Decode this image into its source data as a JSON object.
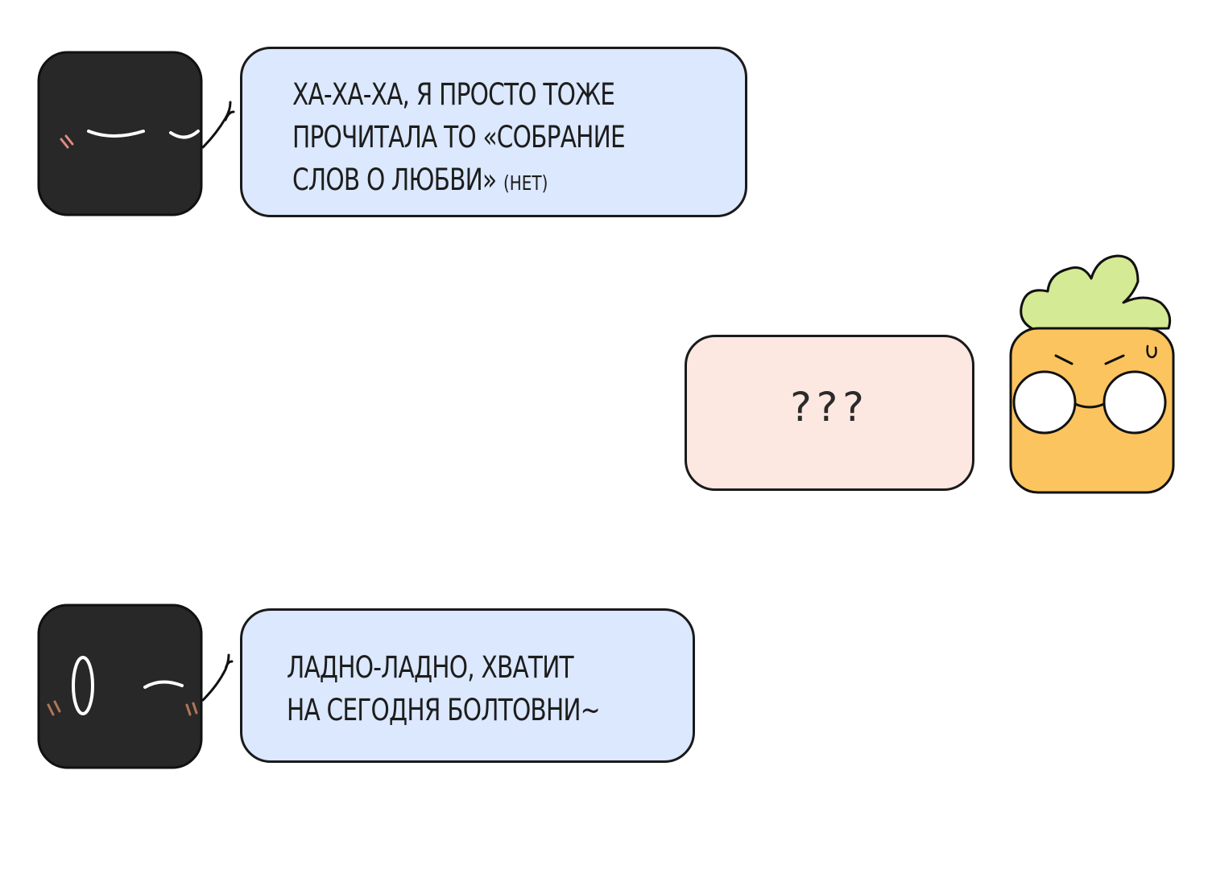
{
  "panels": [
    {
      "speaker": "black-cube",
      "lines": [
        "Ха-ха-ха, я просто тоже",
        "прочитала то «Собрание",
        "слов о любви»"
      ],
      "aside": "(нет)"
    },
    {
      "speaker": "pineapple",
      "lines": [
        "???"
      ]
    },
    {
      "speaker": "black-cube",
      "lines": [
        "Ладно-ладно, хватит",
        "на сегодня болтовни~"
      ]
    }
  ],
  "colors": {
    "bubble_blue": "#dbe8fd",
    "bubble_pink": "#fce7e1",
    "cube_black": "#282828",
    "pineapple_body": "#fbc45f",
    "pineapple_leaves": "#d5ea95"
  }
}
